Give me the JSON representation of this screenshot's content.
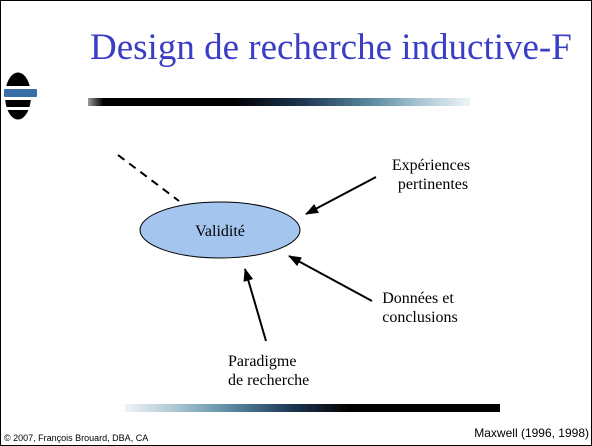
{
  "slide": {
    "title": "Design de recherche inductive-F",
    "logo": {
      "icon": "logo-icon"
    }
  },
  "diagram": {
    "center": {
      "label": "Validité"
    },
    "influences": [
      {
        "lines": [
          "Expériences",
          "pertinentes"
        ]
      },
      {
        "lines": [
          "Données et",
          "conclusions"
        ]
      },
      {
        "lines": [
          "Paradigme",
          "de recherche"
        ]
      }
    ]
  },
  "footer": {
    "copyright": "© 2007, François Brouard, DBA, CA",
    "reference": "Maxwell (1996, 1998)"
  },
  "colors": {
    "title": "#3A3EC6",
    "ellipse_fill": "#A4C6EE",
    "logo_blue": "#3B6FA8",
    "bar_dark": "#000000",
    "bar_navy": "#1C3550",
    "bar_teal": "#5A8AA0",
    "bar_light": "#EEF4F6"
  }
}
